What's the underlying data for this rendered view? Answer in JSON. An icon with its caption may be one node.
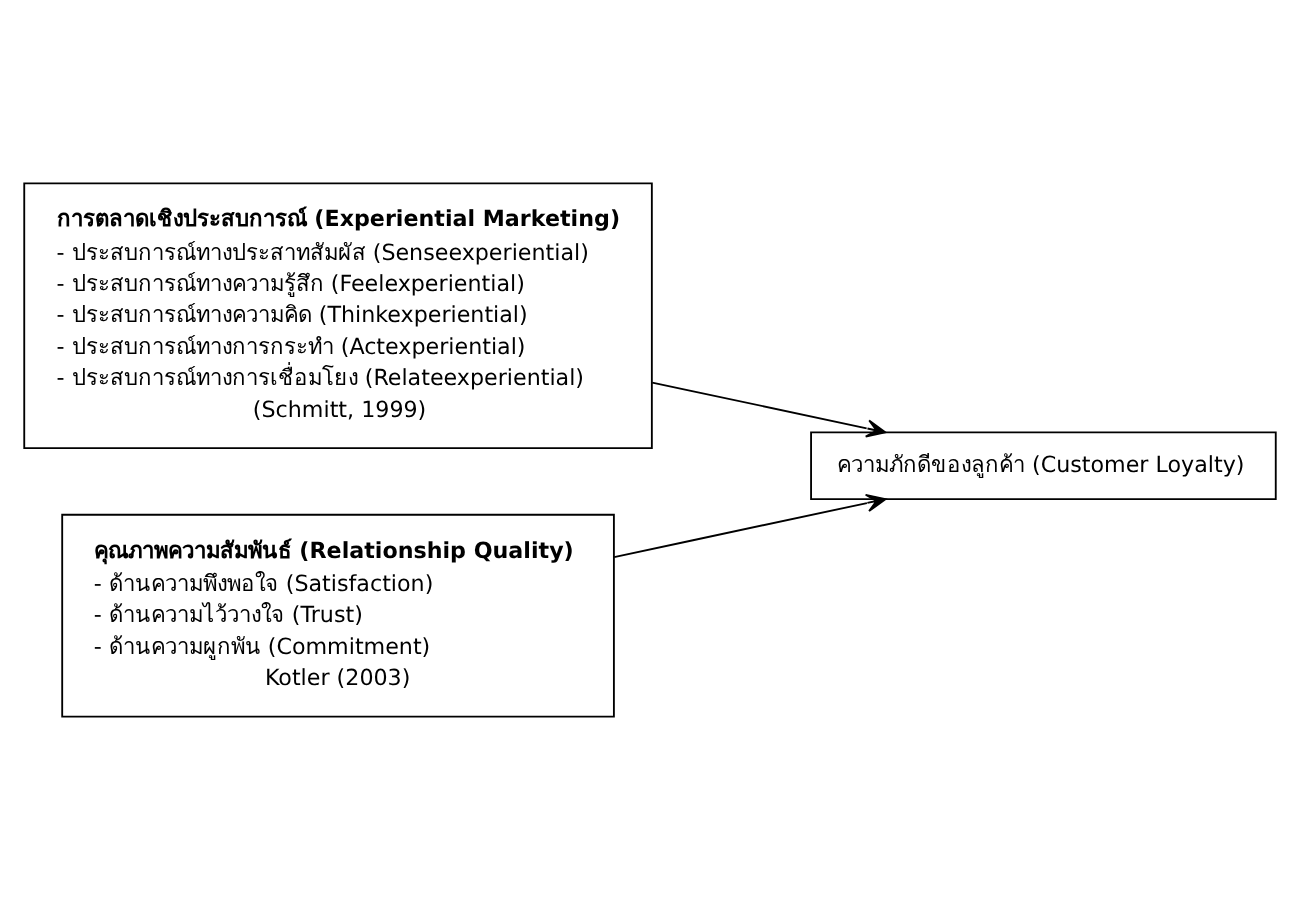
{
  "diagram": {
    "nodes": [
      {
        "text": [
          "การตลาดเชิงประสบการณ์ (Experiential Marketing)",
          "- ประสบการณ์ทางประสาทสัมผัส (Senseexperiential)",
          "- ประสบการณ์ทางความรู้สึก (Feelexperiential)",
          "- ประสบการณ์ทางความคิด (Thinkexperiential)",
          "- ประสบการณ์ทางการกระทำ (Actexperiential)",
          "- ประสบการณ์ทางการเชื่อมโยง (Relateexperiential)",
          "(Schmitt, 1999)"
        ]
      },
      {
        "text": [
          "คุณภาพความสัมพันธ์ (Relationship Quality)",
          "- ด้านความพึงพอใจ (Satisfaction)",
          "- ด้านความไว้วางใจ (Trust)",
          "- ด้านความผูกพัน (Commitment)",
          "Kotler (2003)"
        ]
      },
      {
        "text": [
          "ความภักดีของลูกค้า (Customer Loyalty)"
        ]
      }
    ],
    "edges": [
      {
        "from": 0,
        "to": 2,
        "arrow": "to"
      },
      {
        "from": 1,
        "to": 2,
        "arrow": "to"
      }
    ]
  }
}
